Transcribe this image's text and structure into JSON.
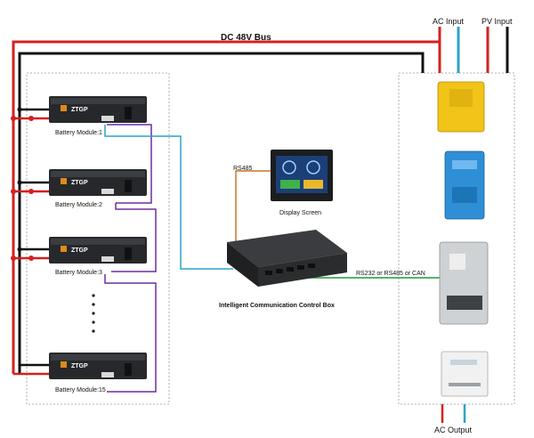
{
  "labels": {
    "dc_bus": "DC 48V Bus",
    "ac_input": "AC Input",
    "pv_input": "PV Input",
    "ac_output": "AC Output",
    "rs485": "RS485",
    "rs_options": "RS232 or RS485 or CAN",
    "display_screen": "Display Screen",
    "control_box": "Intelligent Communication Control Box"
  },
  "battery_modules": [
    {
      "name": "Battery Module:1",
      "brand": "ZTGP"
    },
    {
      "name": "Battery Module:2",
      "brand": "ZTGP"
    },
    {
      "name": "Battery Module:3",
      "brand": "ZTGP"
    },
    {
      "name": "Battery Module:15",
      "brand": "ZTGP"
    }
  ],
  "inverters": [
    {
      "id": "yellow-inverter",
      "color": "#f2c318"
    },
    {
      "id": "blue-inverter",
      "color": "#2f8fd6"
    },
    {
      "id": "grey-inverter",
      "color": "#cfd2d4"
    },
    {
      "id": "white-inverter",
      "color": "#f1f1f1"
    }
  ],
  "colors": {
    "positive_wire": "#d42020",
    "negative_wire": "#111111",
    "comm_wire_purple": "#6b2fa0",
    "comm_wire_cyan": "#2aa4c8",
    "rs485_wire": "#c8752a",
    "can_wire": "#1f9a3a",
    "ac_input_blue": "#2aa4c8"
  }
}
